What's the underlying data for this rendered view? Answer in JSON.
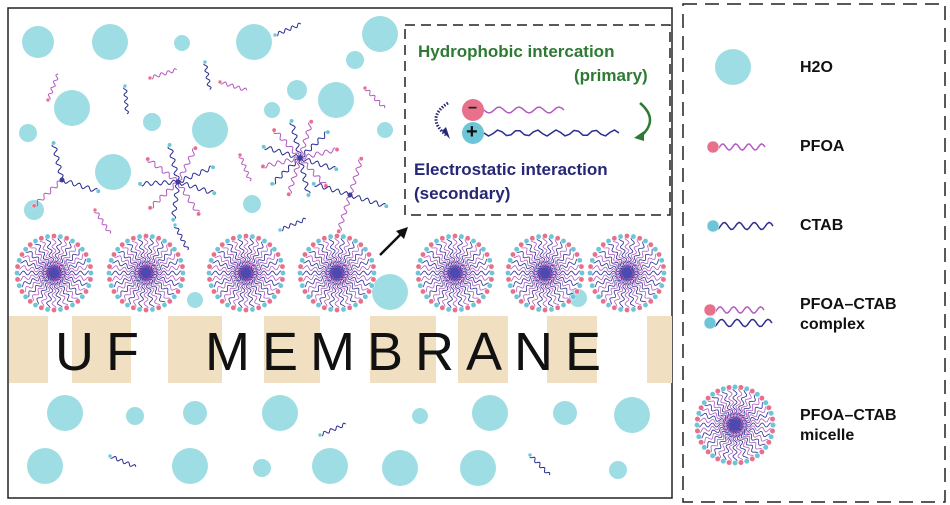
{
  "membrane": {
    "label": "UF  MEMBRANE"
  },
  "inset": {
    "hydrophobic": "Hydrophobic intercation",
    "hydrophobic_sub": "(primary)",
    "electrostatic": "Electrostatic interaction",
    "electrostatic_sub": "(secondary)",
    "minus_sign": "−",
    "plus_sign": "+"
  },
  "legend": {
    "items": [
      {
        "label": "H2O"
      },
      {
        "label": "PFOA"
      },
      {
        "label": "CTAB"
      },
      {
        "label": "PFOA–CTAB",
        "label2": "complex"
      },
      {
        "label": "PFOA–CTAB",
        "label2": "micelle"
      }
    ]
  },
  "colors": {
    "water": "#9fdde4",
    "pfoa_head": "#e8708a",
    "pfoa_tail": "#b25bc0",
    "ctab_head": "#6cc6d8",
    "ctab_tail": "#2a2f8f",
    "membrane": "#f0dfc0",
    "green": "#2e7a34",
    "navy": "#262775"
  }
}
